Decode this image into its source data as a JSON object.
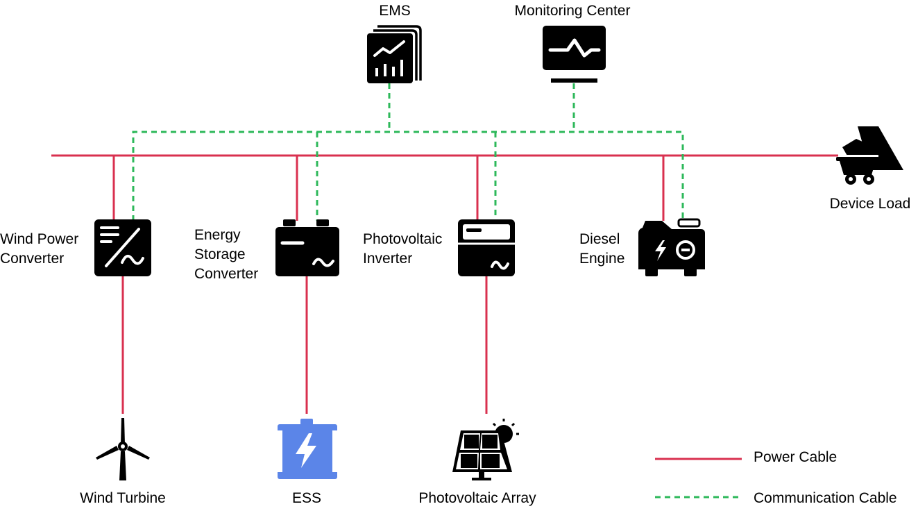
{
  "colors": {
    "power_cable": "#d9304f",
    "communication_cable": "#2db85a",
    "ess_battery": "#5b85e8",
    "icon": "#000000"
  },
  "nodes": {
    "ems": {
      "label": "EMS",
      "icon": "chart-panel-icon"
    },
    "monitoring": {
      "label": "Monitoring Center",
      "icon": "monitor-pulse-icon"
    },
    "device_load": {
      "label": "Device Load",
      "icon": "mine-cart-icon"
    },
    "wind_converter": {
      "label_lines": [
        "Wind Power",
        "Converter"
      ],
      "icon": "converter-icon"
    },
    "storage_converter": {
      "label_lines": [
        "Energy",
        "Storage",
        "Converter"
      ],
      "icon": "battery-inverter-icon"
    },
    "pv_inverter": {
      "label_lines": [
        "Photovoltaic",
        "Inverter"
      ],
      "icon": "inverter-icon"
    },
    "diesel": {
      "label_lines": [
        "Diesel",
        "Engine"
      ],
      "icon": "generator-icon"
    },
    "wind_turbine": {
      "label": "Wind Turbine",
      "icon": "wind-turbine-icon"
    },
    "ess": {
      "label": "ESS",
      "icon": "battery-bolt-icon"
    },
    "pv_array": {
      "label": "Photovoltaic Array",
      "icon": "solar-panel-icon"
    }
  },
  "legend": {
    "power": "Power Cable",
    "communication": "Communication Cable"
  }
}
